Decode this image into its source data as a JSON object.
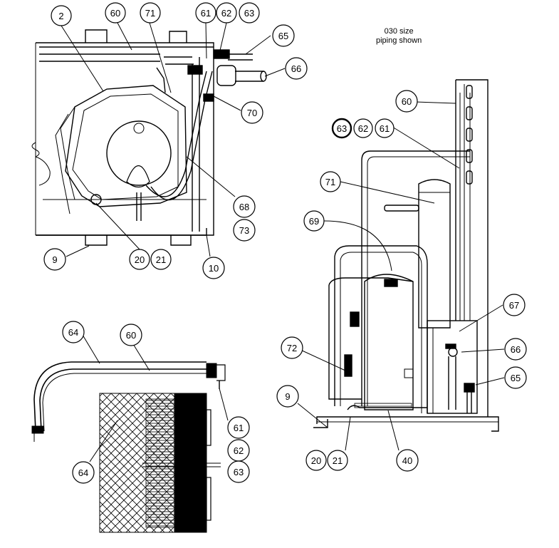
{
  "note": {
    "line1": "030 size",
    "line2": "piping shown"
  },
  "callouts": {
    "c2": "2",
    "c60a": "60",
    "c71a": "71",
    "c61a": "61",
    "c62a": "62",
    "c63a": "63",
    "c65a": "65",
    "c66a": "66",
    "c70": "70",
    "c68": "68",
    "c73": "73",
    "c9a": "9",
    "c20a": "20",
    "c21a": "21",
    "c10": "10",
    "c64a": "64",
    "c60b": "60",
    "c61b": "61",
    "c62b": "62",
    "c63b": "63",
    "c64b": "64",
    "c60c": "60",
    "c63c": "63",
    "c62c": "62",
    "c61c": "61",
    "c71b": "71",
    "c69": "69",
    "c67": "67",
    "c66b": "66",
    "c65b": "65",
    "c72": "72",
    "c9b": "9",
    "c20b": "20",
    "c21b": "21",
    "c40": "40"
  }
}
